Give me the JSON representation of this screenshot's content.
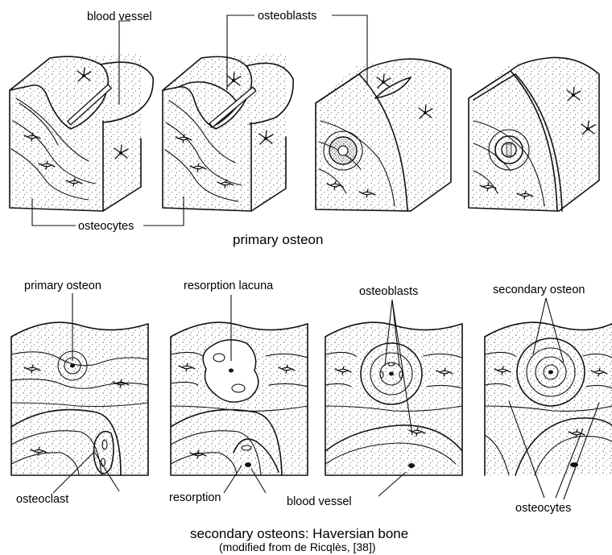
{
  "top_labels": {
    "blood_vessel": "blood vessel",
    "osteoblasts": "osteoblasts",
    "osteocytes": "osteocytes",
    "caption": "primary osteon"
  },
  "bottom_labels": {
    "primary_osteon": "primary osteon",
    "resorption_lacuna": "resorption lacuna",
    "osteoblasts": "osteoblasts",
    "secondary_osteon": "secondary osteon",
    "osteoclast": "osteoclast",
    "resorption": "resorption",
    "blood_vessel": "blood vessel",
    "osteocytes": "osteocytes"
  },
  "caption": {
    "title": "secondary osteons: Haversian bone",
    "source": "(modified from de Ricqlès, [38])"
  },
  "style": {
    "ink": "#111111",
    "paper": "#ffffff"
  }
}
